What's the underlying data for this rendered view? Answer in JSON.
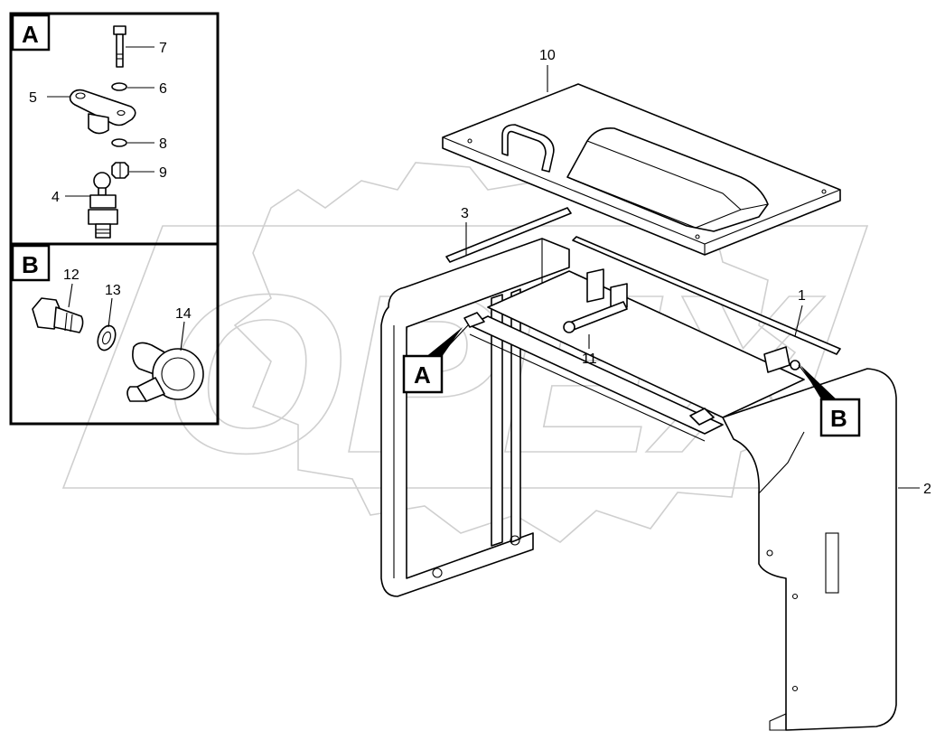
{
  "watermark": "OPEX",
  "detail_views": [
    {
      "label": "A",
      "parts": [
        "7",
        "6",
        "5",
        "8",
        "9",
        "4"
      ]
    },
    {
      "label": "B",
      "parts": [
        "12",
        "13",
        "14"
      ]
    }
  ],
  "main_callouts": [
    "10",
    "3",
    "1",
    "11",
    "2"
  ],
  "view_pointers": [
    "A",
    "B"
  ]
}
